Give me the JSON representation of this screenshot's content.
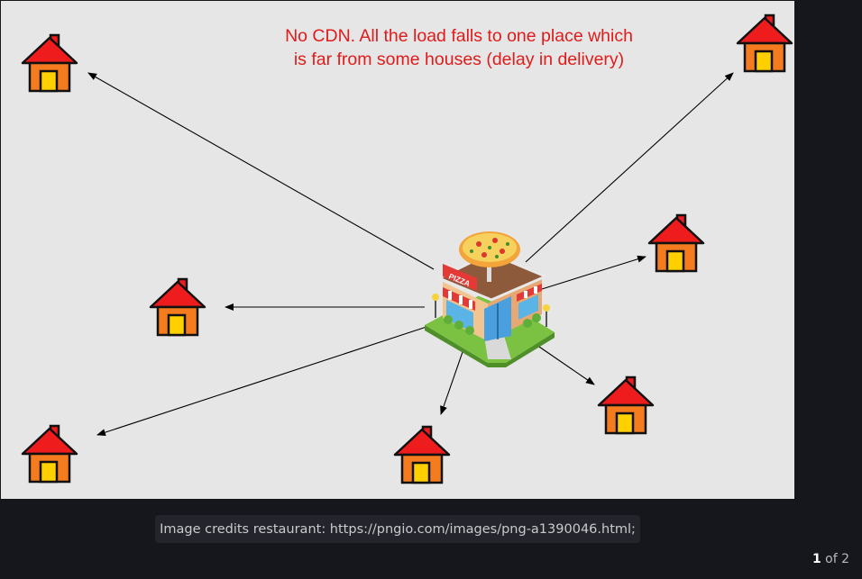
{
  "slide": {
    "title_line1": "No CDN. All the load falls to one place which",
    "title_line2": "is far from some houses (delay in delivery)",
    "restaurant_sign": "PIZZA",
    "colors": {
      "title": "#e11b1b",
      "house_roof": "#ee1c1c",
      "house_wall": "#f47b1e",
      "house_door": "#ffd000",
      "background": "#e6e6e6"
    },
    "icons": [
      "pizza-restaurant-icon",
      "house-icon",
      "arrow-icon"
    ]
  },
  "caption": "Image credits restaurant: https://pngio.com/images/png-a1390046.html;",
  "pager": {
    "current": "1",
    "suffix": " of 2"
  }
}
